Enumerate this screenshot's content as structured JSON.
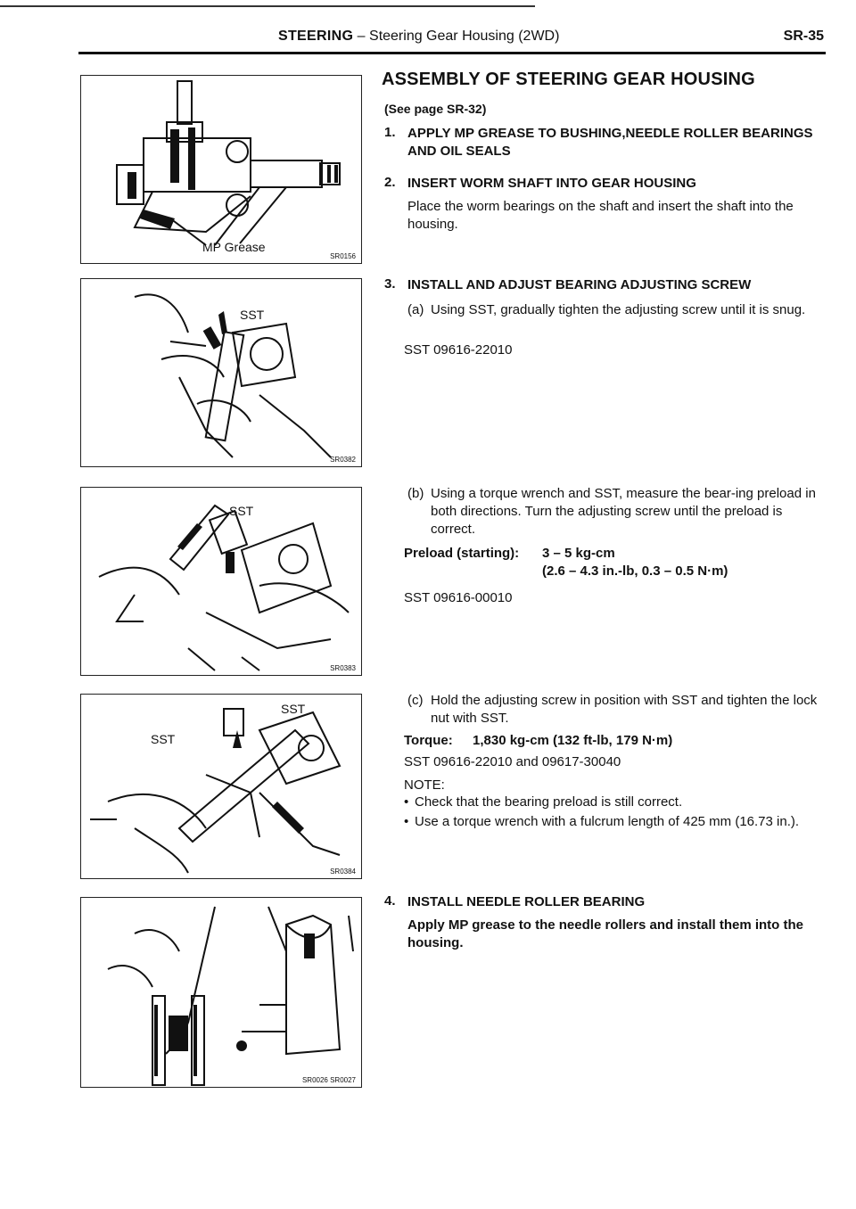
{
  "header": {
    "section": "STEERING",
    "separator": "–",
    "subtitle": "Steering Gear Housing (2WD)",
    "page_number": "SR-35"
  },
  "figures": {
    "fig1": {
      "code": "SR0156",
      "label": "MP Grease"
    },
    "fig2": {
      "code": "SR0382",
      "label": "SST"
    },
    "fig3": {
      "code": "SR0383",
      "label": "SST"
    },
    "fig4": {
      "code": "SR0384",
      "label_a": "SST",
      "label_b": "SST"
    },
    "fig5": {
      "code": "SR0026 SR0027"
    }
  },
  "content": {
    "title": "ASSEMBLY OF STEERING GEAR HOUSING",
    "see_page": "(See page SR-32)",
    "step1": {
      "num": "1.",
      "heading": "APPLY MP GREASE TO BUSHING,NEEDLE ROLLER BEARINGS AND OIL SEALS"
    },
    "step2": {
      "num": "2.",
      "heading": "INSERT WORM SHAFT INTO GEAR HOUSING",
      "body": "Place the worm bearings on the shaft and insert the shaft into the housing."
    },
    "step3": {
      "num": "3.",
      "heading": "INSTALL AND ADJUST BEARING ADJUSTING SCREW",
      "a_tag": "(a)",
      "a_text": "Using SST, gradually tighten the adjusting screw until it is snug.",
      "a_sst": "SST 09616-22010",
      "b_tag": "(b)",
      "b_text": "Using a torque wrench and SST, measure the bear-ing preload in both directions. Turn the adjusting screw until the preload is correct.",
      "b_preload_label": "Preload (starting):",
      "b_preload_value": "3 – 5 kg-cm",
      "b_preload_conv": "(2.6 – 4.3 in.-lb, 0.3 – 0.5 N·m)",
      "b_sst": "SST 09616-00010",
      "c_tag": "(c)",
      "c_text": "Hold the adjusting screw in position with SST and tighten the lock nut with SST.",
      "c_torque_label": "Torque:",
      "c_torque_value": "1,830 kg-cm (132 ft-lb, 179 N·m)",
      "c_sst": "SST 09616-22010 and 09617-30040",
      "note_label": "NOTE:",
      "note1": "Check that the bearing preload is still correct.",
      "note2": "Use a torque wrench with a fulcrum length of 425 mm (16.73 in.).",
      "bullet": "•"
    },
    "step4": {
      "num": "4.",
      "heading": "INSTALL NEEDLE ROLLER BEARING",
      "body": "Apply MP grease to the needle rollers and install them into the housing."
    }
  }
}
